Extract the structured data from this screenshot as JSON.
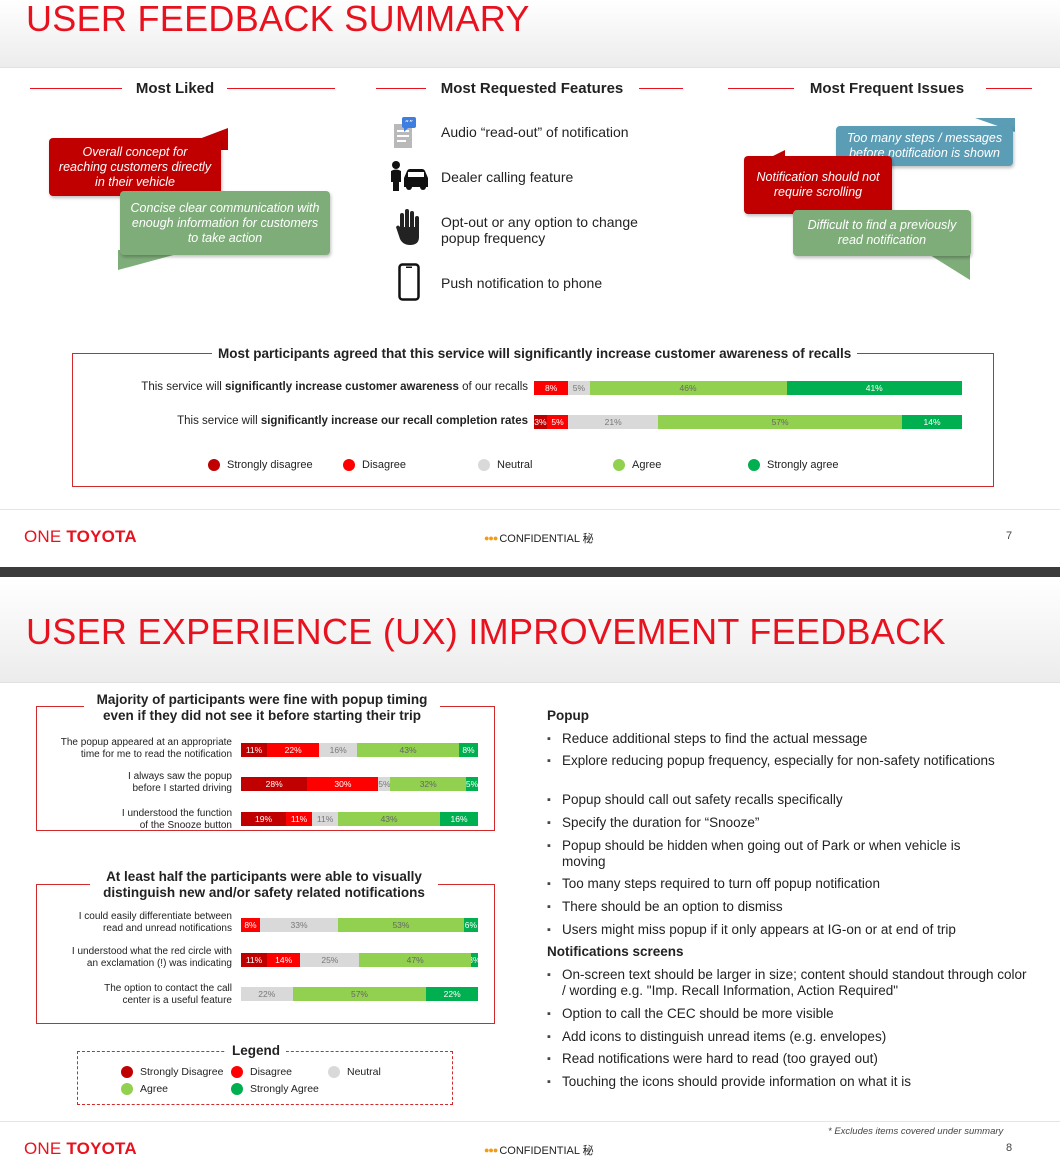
{
  "slide1": {
    "title": "USER FEEDBACK SUMMARY",
    "sections": {
      "most_liked": "Most Liked",
      "most_requested": "Most Requested Features",
      "most_frequent": "Most Frequent Issues"
    },
    "liked_bubbles": [
      "Overall concept for reaching customers directly in their vehicle",
      "Concise clear communication with enough information for customers to take action"
    ],
    "features": [
      {
        "icon": "speech-document-icon",
        "text": "Audio “read-out” of notification"
      },
      {
        "icon": "person-car-icon",
        "text": "Dealer calling feature"
      },
      {
        "icon": "stop-hand-icon",
        "text": "Opt-out or any option to change popup frequency"
      },
      {
        "icon": "phone-icon",
        "text": "Push notification to phone"
      }
    ],
    "issue_bubbles": [
      "Too many steps / messages before notification is shown",
      "Notification should not require scrolling",
      "Difficult to find a previously read notification"
    ],
    "survey": {
      "title": "Most participants agreed that this service will significantly increase customer awareness of recalls",
      "rows": [
        {
          "pre": "This service will ",
          "bold": "significantly increase customer awareness",
          "post": " of our recalls",
          "values": [
            0,
            8,
            5,
            46,
            41
          ],
          "labels": [
            "",
            "8%",
            "5%",
            "46%",
            "41%"
          ]
        },
        {
          "pre": "This service will ",
          "bold": "significantly increase our recall completion rates",
          "post": "",
          "values": [
            3,
            5,
            21,
            57,
            14
          ],
          "labels": [
            "3%",
            "5%",
            "21%",
            "57%",
            "14%"
          ]
        }
      ],
      "legend": [
        "Strongly disagree",
        "Disagree",
        "Neutral",
        "Agree",
        "Strongly agree"
      ]
    },
    "footer": {
      "brand_light": "ONE ",
      "brand_bold": "TOYOTA",
      "confidential": "CONFIDENTIAL 秘",
      "page": "7"
    }
  },
  "slide2": {
    "title": "USER EXPERIENCE (UX) IMPROVEMENT FEEDBACK",
    "box1": {
      "title_l1": "Majority of participants were fine with popup timing",
      "title_l2": "even if they did not see it before starting their trip",
      "rows": [
        {
          "l1": "The popup appeared at an appropriate",
          "l2": "time for me to read the notification",
          "values": [
            11,
            22,
            16,
            43,
            8
          ],
          "labels": [
            "11%",
            "22%",
            "16%",
            "43%",
            "8%"
          ]
        },
        {
          "l1": "I always saw the popup",
          "l2": "before I started driving",
          "values": [
            28,
            30,
            5,
            32,
            5
          ],
          "labels": [
            "28%",
            "30%",
            "5%",
            "32%",
            "5%"
          ]
        },
        {
          "l1": "I understood the function",
          "l2": "of the Snooze button",
          "values": [
            19,
            11,
            11,
            43,
            16
          ],
          "labels": [
            "19%",
            "11%",
            "11%",
            "43%",
            "16%"
          ]
        }
      ]
    },
    "box2": {
      "title_l1": "At least half the participants were able to visually",
      "title_l2": "distinguish new and/or safety related notifications",
      "rows": [
        {
          "l1": "I could easily differentiate between",
          "l2": "read and unread notifications",
          "values": [
            0,
            8,
            33,
            53,
            6
          ],
          "labels": [
            "",
            "8%",
            "33%",
            "53%",
            "6%"
          ]
        },
        {
          "l1": "I understood what the red circle with",
          "l2": "an exclamation (!) was indicating",
          "values": [
            11,
            14,
            25,
            47,
            3
          ],
          "labels": [
            "11%",
            "14%",
            "25%",
            "47%",
            "3%"
          ]
        },
        {
          "l1": "The option to contact the call",
          "l2": "center is a useful feature",
          "values": [
            0,
            0,
            22,
            57,
            22
          ],
          "labels": [
            "",
            "",
            "22%",
            "57%",
            "22%"
          ]
        }
      ]
    },
    "legend": {
      "title": "Legend",
      "items": [
        "Strongly Disagree",
        "Disagree",
        "Neutral",
        "Agree",
        "Strongly Agree"
      ]
    },
    "popup_head": "Popup",
    "popup_items": [
      "Reduce additional steps to find the actual message",
      "Explore reducing popup frequency, especially for non-safety notifications",
      "Popup should call out safety recalls specifically",
      "Specify the duration for “Snooze”",
      "Popup should be hidden when going out of Park or when vehicle is moving",
      "Too many steps required to turn off popup notification",
      "There should be an option to dismiss",
      "Users might miss popup if it only appears at IG-on or at end of trip"
    ],
    "notif_head": "Notifications screens",
    "notif_items": [
      "On-screen text should be larger in size; content should standout through color / wording e.g. \"Imp. Recall Information, Action Required\"",
      "Option to call the CEC should be more visible",
      "Add icons to distinguish unread items (e.g. envelopes)",
      "Read notifications were hard to read (too grayed out)",
      "Touching the icons should provide information on what it is"
    ],
    "footnote": "* Excludes items covered under summary",
    "footer": {
      "brand_light": "ONE ",
      "brand_bold": "TOYOTA",
      "confidential": "CONFIDENTIAL 秘",
      "page": "8"
    }
  },
  "colors": {
    "strongly_disagree": "#c00000",
    "disagree": "#ff0000",
    "neutral": "#d9d9d9",
    "agree": "#92d050",
    "strongly_agree": "#00b050",
    "title_red": "#e8121f"
  }
}
